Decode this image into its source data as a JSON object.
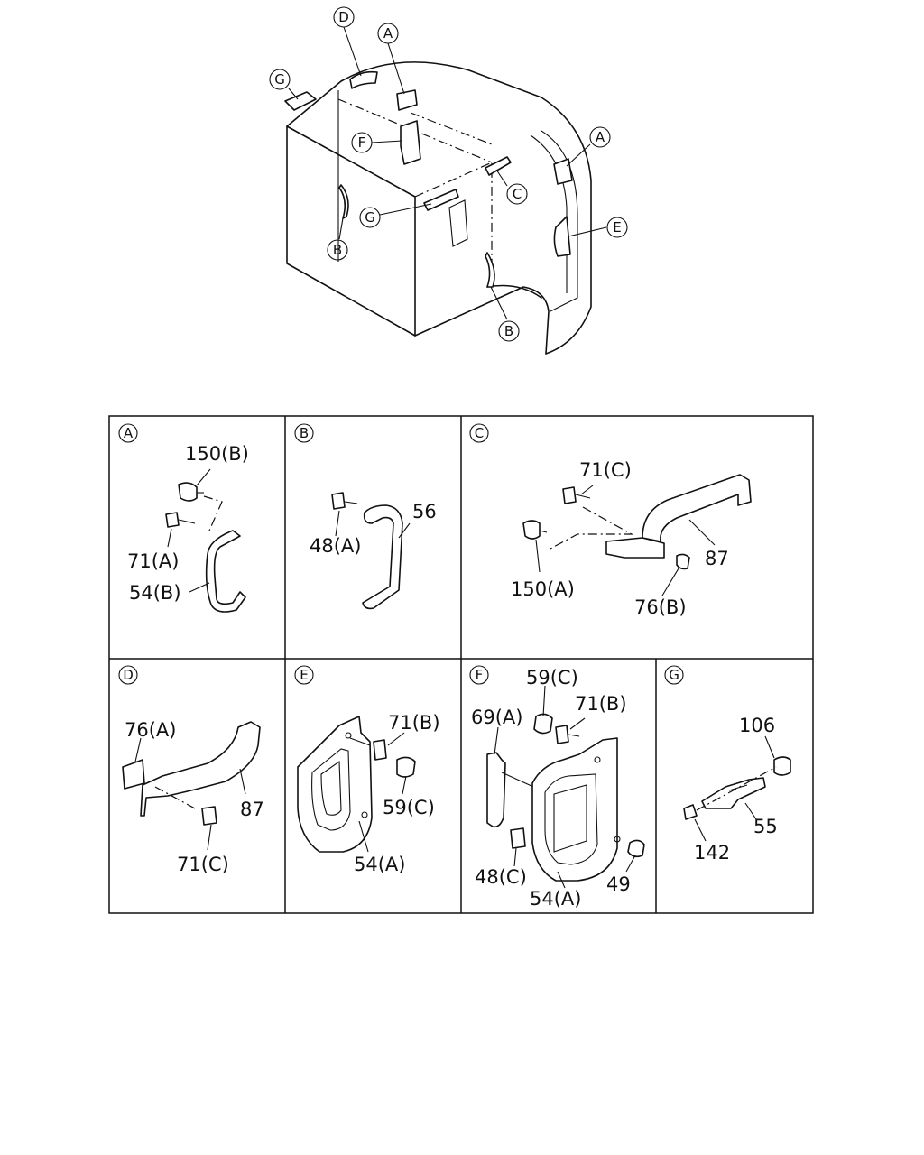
{
  "callouts": {
    "d": "D",
    "a1": "A",
    "g1": "G",
    "f": "F",
    "a2": "A",
    "c": "C",
    "g2": "G",
    "e": "E",
    "b1": "B",
    "b2": "B"
  },
  "panels": {
    "a": {
      "letter": "A",
      "labels": [
        "150(B)",
        "71(A)",
        "54(B)"
      ]
    },
    "b": {
      "letter": "B",
      "labels": [
        "48(A)",
        "56"
      ]
    },
    "c": {
      "letter": "C",
      "labels": [
        "71(C)",
        "87",
        "150(A)",
        "76(B)"
      ]
    },
    "d": {
      "letter": "D",
      "labels": [
        "76(A)",
        "87",
        "71(C)"
      ]
    },
    "e": {
      "letter": "E",
      "labels": [
        "71(B)",
        "59(C)",
        "54(A)"
      ]
    },
    "f": {
      "letter": "F",
      "labels": [
        "59(C)",
        "69(A)",
        "71(B)",
        "48(C)",
        "54(A)",
        "49"
      ]
    },
    "g": {
      "letter": "G",
      "labels": [
        "106",
        "55",
        "142"
      ]
    }
  }
}
